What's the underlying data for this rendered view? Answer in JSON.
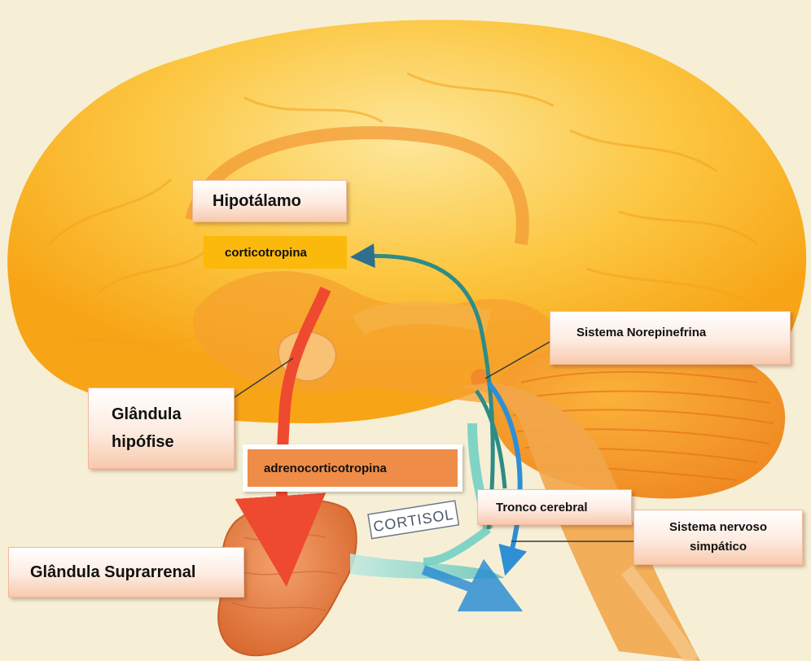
{
  "labels": {
    "hipotalamo": "Hipotálamo",
    "corticotropina": "corticotropina",
    "sistema_norepinefrina": "Sistema Norepinefrina",
    "glandula_hipofise_line1": "Glândula",
    "glandula_hipofise_line2": "hipófise",
    "adrenocorticotropina": "adrenocorticotropina",
    "cortisol": "CORTISOL",
    "tronco_cerebral": "Tronco cerebral",
    "sistema_nervoso_line1": "Sistema nervoso",
    "sistema_nervoso_line2": "simpático",
    "glandula_suprarrenal": "Glândula Suprarrenal"
  },
  "colors": {
    "background": "#f6efd6",
    "brain": "#fbb21c",
    "brain_light": "#fdd463",
    "corticotropina_fill": "#fbb90c",
    "adrenocorticotropina_fill": "#ef8d48",
    "adrenal_gland": "#e8824a",
    "arrow_red": "#ee4a30",
    "arrow_teal": "#2d8c86",
    "arrow_blue": "#2f8fd4",
    "cortisol_stream": "#7cd5c8"
  }
}
